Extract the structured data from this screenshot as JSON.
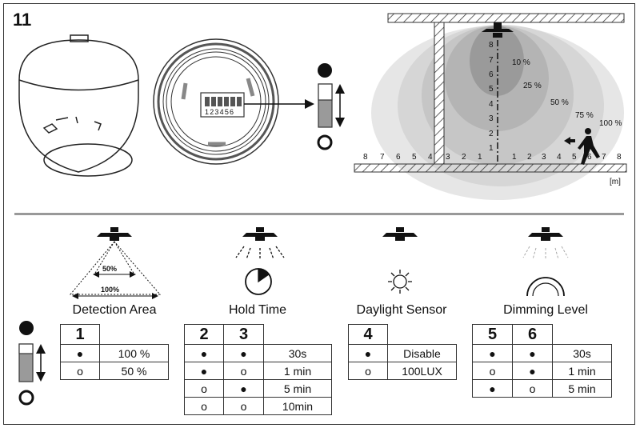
{
  "figure_number": "11",
  "dip_switch": {
    "numbers": "123456"
  },
  "coverage": {
    "vertical_ticks": [
      "1",
      "2",
      "3",
      "4",
      "5",
      "6",
      "7",
      "8"
    ],
    "left_ticks": [
      "8",
      "7",
      "6",
      "5",
      "4",
      "3",
      "2",
      "1"
    ],
    "right_ticks": [
      "1",
      "2",
      "3",
      "4",
      "5",
      "6",
      "7",
      "8"
    ],
    "zones": [
      "10 %",
      "25 %",
      "50 %",
      "75 %",
      "100 %"
    ],
    "unit": "[m]"
  },
  "detection_icon": {
    "inner": "50%",
    "outer": "100%"
  },
  "sections": [
    {
      "title": "Detection Area",
      "switches": [
        "1"
      ],
      "rows": [
        [
          "●",
          "100 %"
        ],
        [
          "o",
          "50 %"
        ]
      ]
    },
    {
      "title": "Hold Time",
      "switches": [
        "2",
        "3"
      ],
      "rows": [
        [
          "●",
          "●",
          "30s"
        ],
        [
          "●",
          "o",
          "1 min"
        ],
        [
          "o",
          "●",
          "5 min"
        ],
        [
          "o",
          "o",
          "10min"
        ]
      ]
    },
    {
      "title": "Daylight Sensor",
      "switches": [
        "4"
      ],
      "rows": [
        [
          "●",
          "Disable"
        ],
        [
          "o",
          "100LUX"
        ]
      ]
    },
    {
      "title": "Dimming Level",
      "switches": [
        "5",
        "6"
      ],
      "rows": [
        [
          "●",
          "●",
          "30s"
        ],
        [
          "o",
          "●",
          "1 min"
        ],
        [
          "●",
          "o",
          "5 min"
        ]
      ]
    }
  ],
  "colors": {
    "zone_10": "#9a9a9a",
    "zone_25": "#b4b4b4",
    "zone_50": "#c6c6c6",
    "zone_75": "#d6d6d6",
    "zone_100": "#e6e6e6"
  }
}
